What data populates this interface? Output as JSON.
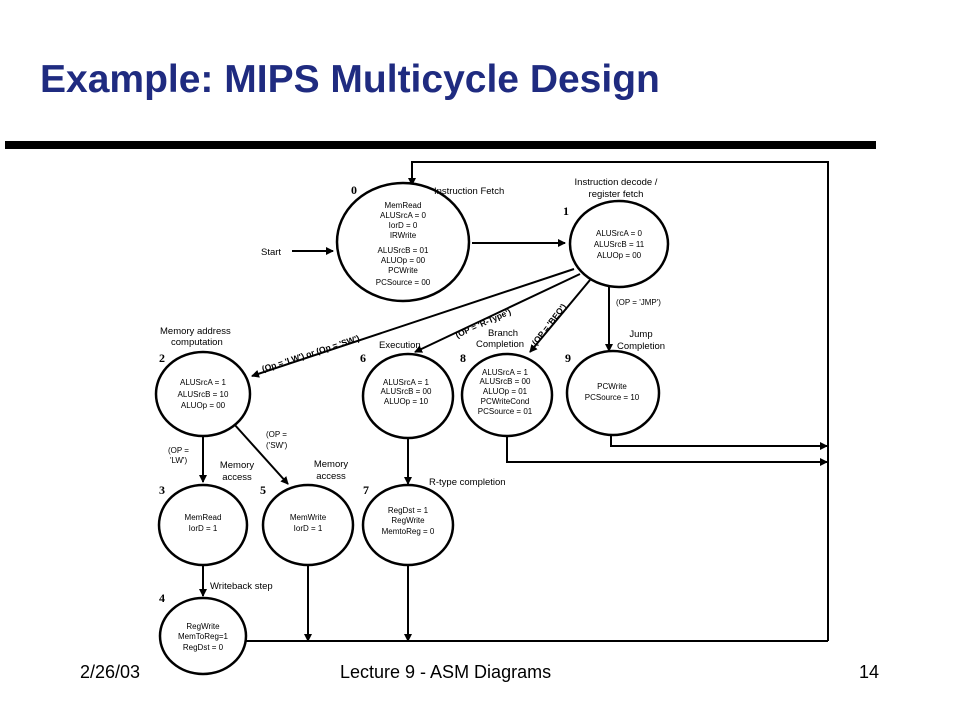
{
  "slide": {
    "title": "Example: MIPS Multicycle Design",
    "footer_left": "2/26/03",
    "footer_center": "Lecture 9 - ASM Diagrams",
    "footer_right": "14"
  },
  "diagram": {
    "start_label": "Start",
    "states": [
      {
        "id": "0",
        "heading": [
          "Instruction Fetch"
        ],
        "lines": [
          "MemRead",
          "ALUSrcA = 0",
          "IorD = 0",
          "IRWrite",
          "ALUSrcB = 01",
          "ALUOp = 00",
          "PCWrite",
          "PCSource = 00"
        ]
      },
      {
        "id": "1",
        "heading": [
          "Instruction decode /",
          "register fetch"
        ],
        "lines": [
          "ALUSrcA = 0",
          "ALUSrcB = 11",
          "ALUOp = 00"
        ]
      },
      {
        "id": "2",
        "heading": [
          "Memory address",
          "computation"
        ],
        "lines": [
          "ALUSrcA = 1",
          "ALUSrcB = 10",
          "ALUOp = 00"
        ]
      },
      {
        "id": "6",
        "heading": [
          "Execution"
        ],
        "lines": [
          "ALUSrcA = 1",
          "ALUSrcB = 00",
          "ALUOp = 10"
        ]
      },
      {
        "id": "8",
        "heading": [
          "Branch",
          "Completion"
        ],
        "lines": [
          "ALUSrcA = 1",
          "ALUSrcB = 00",
          "ALUOp = 01",
          "PCWriteCond",
          "PCSource = 01"
        ]
      },
      {
        "id": "9",
        "heading": [
          "Jump",
          "Completion"
        ],
        "lines": [
          "PCWrite",
          "PCSource = 10"
        ]
      },
      {
        "id": "3",
        "heading": [
          "Memory",
          "access"
        ],
        "lines": [
          "MemRead",
          "IorD = 1"
        ]
      },
      {
        "id": "5",
        "heading": [
          "Memory",
          "access"
        ],
        "lines": [
          "MemWrite",
          "IorD = 1"
        ]
      },
      {
        "id": "7",
        "heading": [
          "R-type completion"
        ],
        "lines": [
          "RegDst = 1",
          "RegWrite",
          "MemtoReg = 0"
        ]
      },
      {
        "id": "4",
        "heading": [
          "Writeback step"
        ],
        "lines": [
          "RegWrite",
          "MemToReg=1",
          "RegDst = 0"
        ]
      }
    ],
    "conditions": {
      "lw_sw": "(Op = 'LW') or (Op = 'SW')",
      "rtype": "(OP = 'R-Type')",
      "beq": "(OP = 'BEQ')",
      "jmp": "(OP = 'JMP')",
      "lw": [
        "(OP =",
        "'LW')"
      ],
      "sw": [
        "(OP =",
        "('SW')"
      ]
    }
  }
}
